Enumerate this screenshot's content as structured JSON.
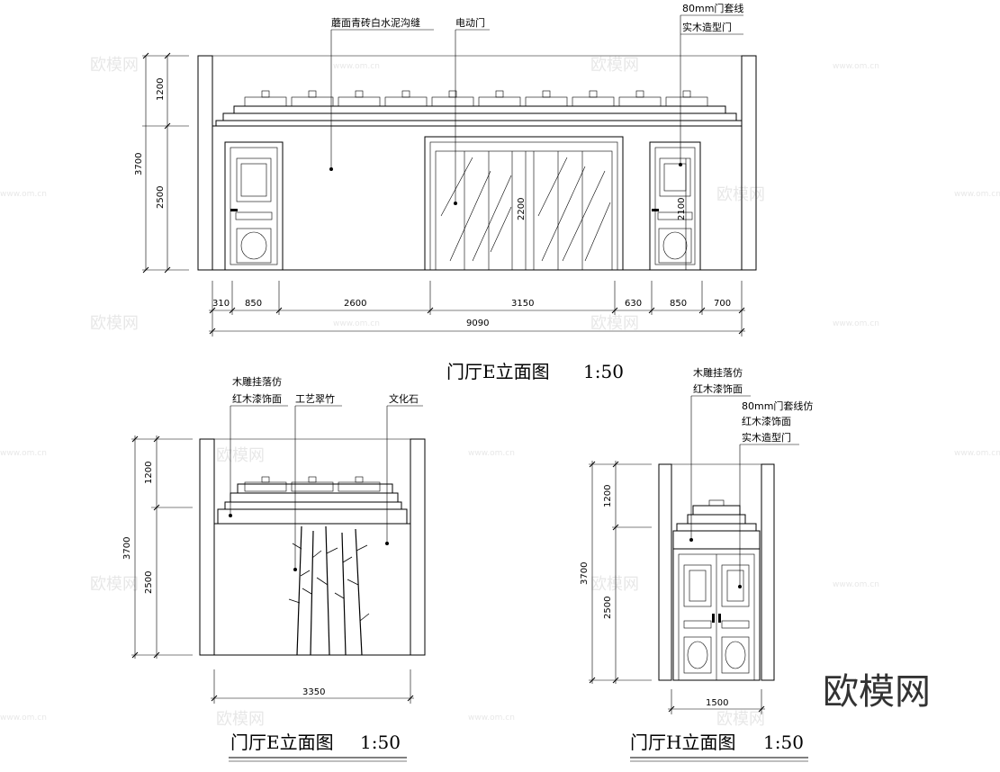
{
  "top": {
    "labels": {
      "brick": "蘑面青砖白水泥沟缝",
      "door": "电动门",
      "frame_line": "80mm门套线",
      "wood_door": "实木造型门"
    },
    "dims_h": [
      "310",
      "850",
      "2600",
      "3150",
      "630",
      "850",
      "700"
    ],
    "total_width": "9090",
    "dims_v": {
      "top": "1200",
      "bottom": "2500",
      "total": "3700"
    },
    "door_h_center": "2200",
    "door_h_right": "2100",
    "title": "门厅E立面图",
    "scale": "1:50"
  },
  "left": {
    "labels": {
      "carve1": "木雕挂落仿",
      "carve2": "红木漆饰面",
      "bamboo": "工艺翠竹",
      "stone": "文化石"
    },
    "dims_v": {
      "top": "1200",
      "bottom": "2500",
      "total": "3700"
    },
    "width": "3350",
    "title": "门厅E立面图",
    "scale": "1:50"
  },
  "right": {
    "labels": {
      "carve1": "木雕挂落仿",
      "carve2": "红木漆饰面",
      "frame1": "80mm门套线仿",
      "frame2": "红木漆饰面",
      "door": "实木造型门"
    },
    "dims_v": {
      "top": "1200",
      "bottom": "2500",
      "total": "3700"
    },
    "width": "1500",
    "title": "门厅H立面图",
    "scale": "1:50"
  },
  "watermark": {
    "logo": "欧模网",
    "site": "www.om.cn"
  }
}
